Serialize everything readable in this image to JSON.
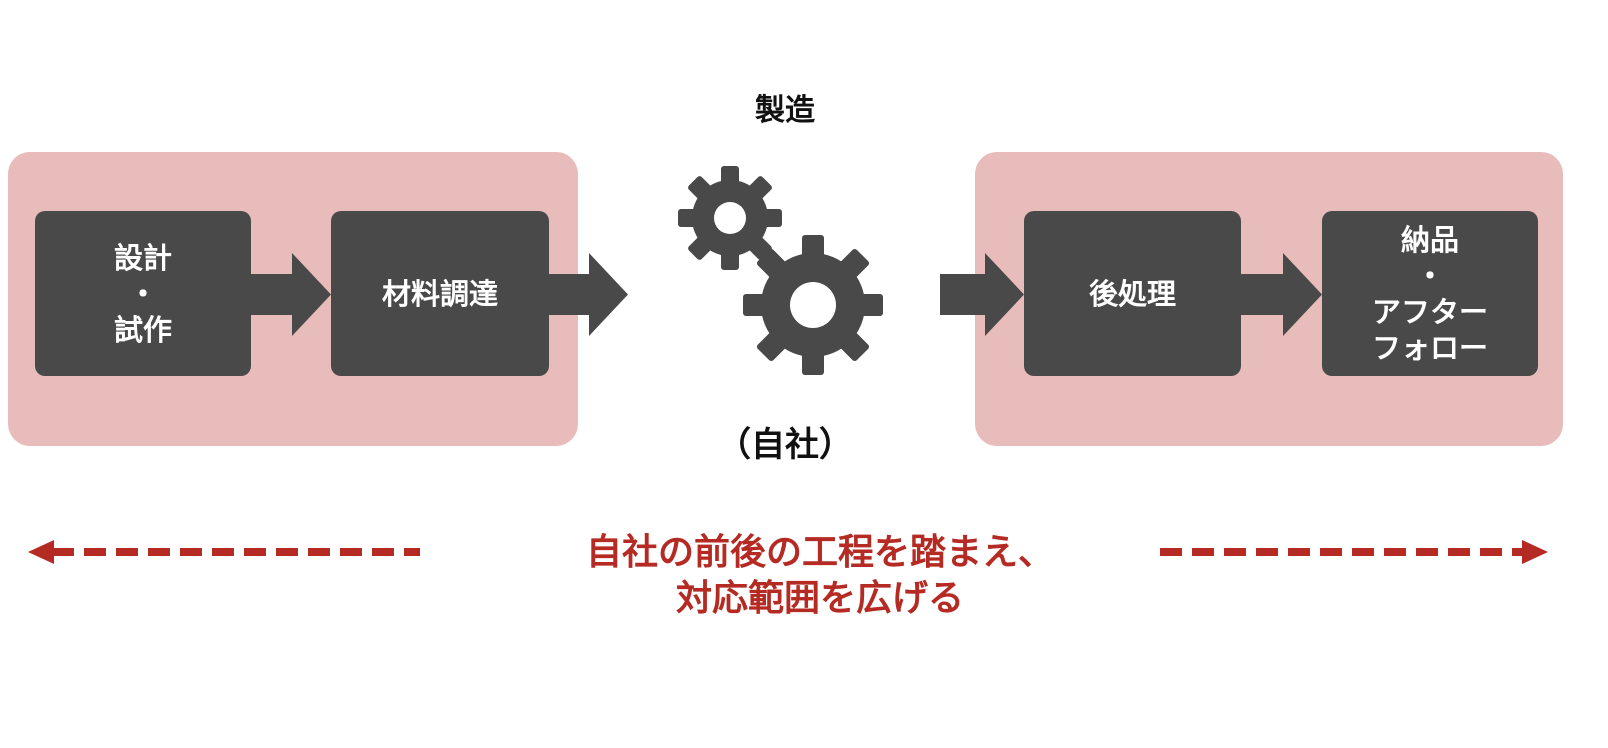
{
  "manufacturing_label": "製造",
  "company_label": "（自社）",
  "left_group": {
    "steps": [
      {
        "lines": [
          "設計",
          "・",
          "試作"
        ]
      },
      {
        "lines": [
          "材料調達"
        ]
      }
    ]
  },
  "right_group": {
    "steps": [
      {
        "lines": [
          "後処理"
        ]
      },
      {
        "lines": [
          "納品",
          "・",
          "アフター",
          "フォロー"
        ]
      }
    ]
  },
  "caption": {
    "line1": "自社の前後の工程を踏まえ、",
    "line2": "対応範囲を広げる"
  },
  "icons": {
    "small_gear": "gear-icon",
    "large_gear": "gear-icon"
  },
  "colors": {
    "group_bg": "#e7bcba",
    "box": "#4a4949",
    "accent": "#b52a23"
  }
}
